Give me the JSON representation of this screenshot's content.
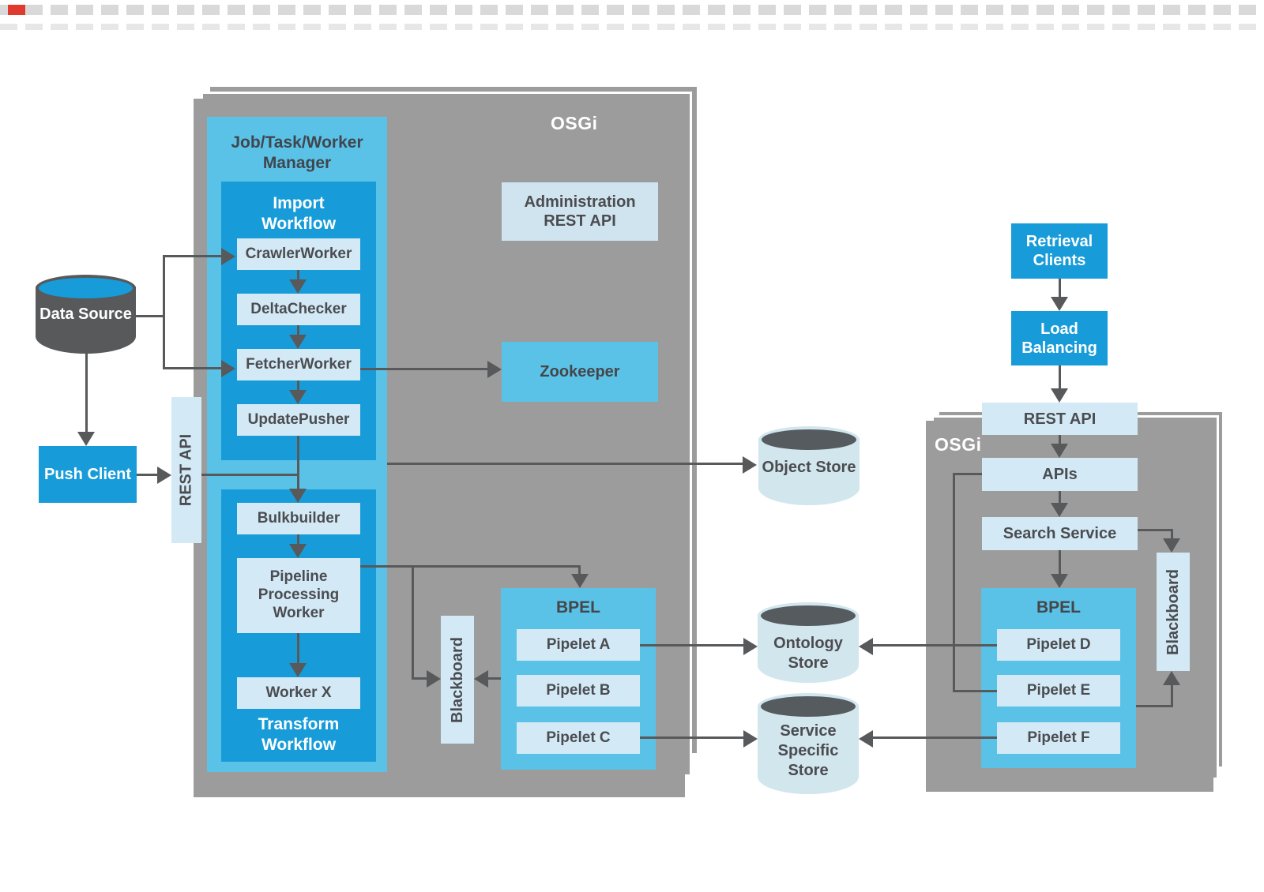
{
  "colors": {
    "accent_blue": "#189cd9",
    "medium_blue": "#5bc2e7",
    "pale_blue": "#d3eaf6",
    "panel_gray": "#9c9c9c",
    "connector_gray": "#58595b",
    "text_dark": "#4b4c50",
    "cylinder_top_dark": "#555b5f",
    "red_dash": "#e0392e"
  },
  "left": {
    "osgi": "OSGi",
    "jtw_title": "Job/Task/Worker Manager",
    "import": {
      "title": "Import Workflow",
      "workers": [
        "CrawlerWorker",
        "DeltaChecker",
        "FetcherWorker",
        "UpdatePusher"
      ]
    },
    "transform": {
      "title": "Transform Workflow",
      "workers": [
        "Bulkbuilder",
        "Pipeline Processing Worker",
        "Worker X"
      ]
    },
    "admin": "Administration REST API",
    "zookeeper": "Zookeeper",
    "bpel": {
      "title": "BPEL",
      "pipelets": [
        "Pipelet A",
        "Pipelet B",
        "Pipelet C"
      ]
    },
    "blackboard": "Blackboard"
  },
  "sources": {
    "data_source": "Data Source",
    "push_client": "Push Client",
    "rest_api": "REST API"
  },
  "stores": {
    "object": "Object Store",
    "ontology": "Ontology Store",
    "service_specific": "Service Specific Store"
  },
  "right": {
    "osgi": "OSGi",
    "retrieval_clients": "Retrieval Clients",
    "load_balancing": "Load Balancing",
    "rest_api": "REST API",
    "apis": "APIs",
    "search_service": "Search Service",
    "bpel": {
      "title": "BPEL",
      "pipelets": [
        "Pipelet D",
        "Pipelet E",
        "Pipelet F"
      ]
    },
    "blackboard": "Blackboard"
  }
}
